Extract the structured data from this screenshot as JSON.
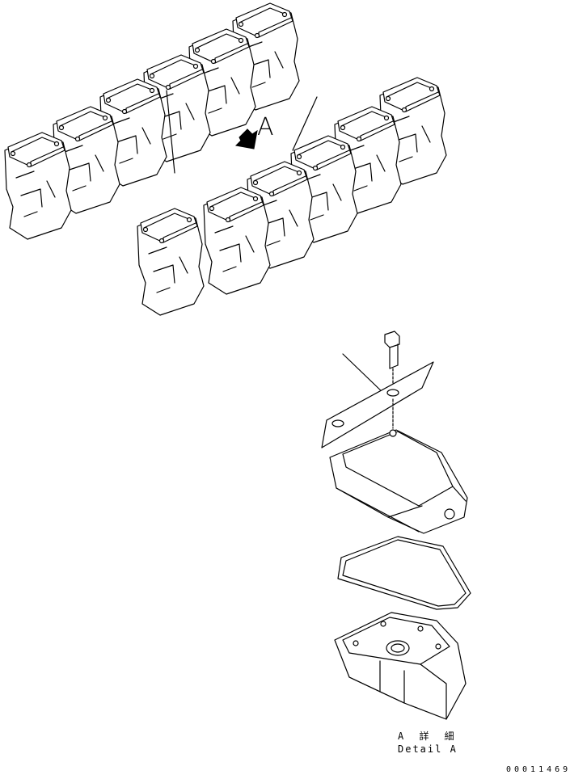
{
  "labels": {
    "view_letter": "A",
    "detail_jp": "A 詳 細",
    "detail_en": "Detail A",
    "figure_number": "00011469"
  }
}
